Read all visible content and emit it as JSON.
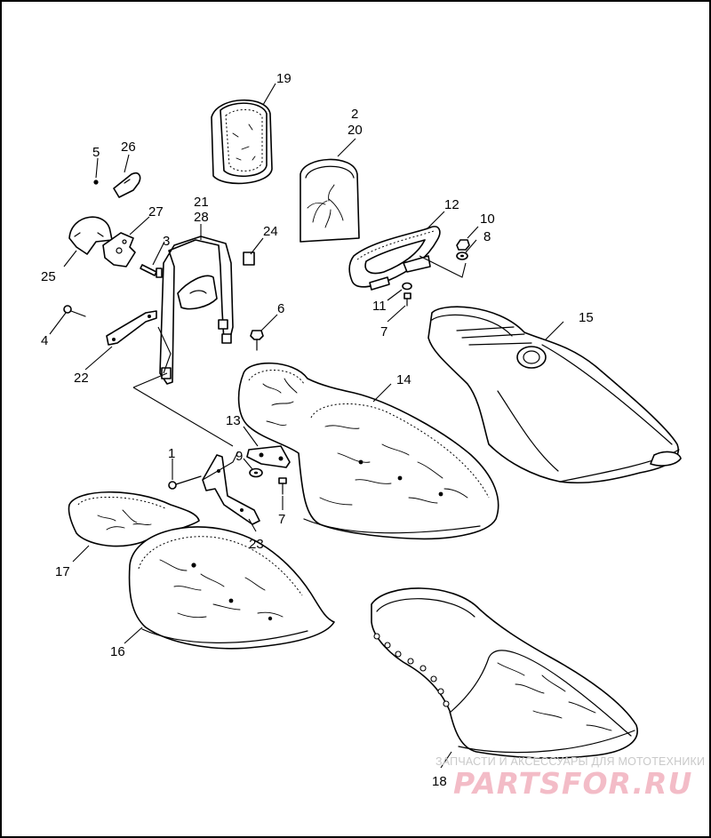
{
  "callouts": [
    {
      "id": "19",
      "text": "19"
    },
    {
      "id": "2",
      "text": "2"
    },
    {
      "id": "20",
      "text": "20"
    },
    {
      "id": "5",
      "text": "5"
    },
    {
      "id": "26",
      "text": "26"
    },
    {
      "id": "21",
      "text": "21"
    },
    {
      "id": "28",
      "text": "28"
    },
    {
      "id": "27",
      "text": "27"
    },
    {
      "id": "24",
      "text": "24"
    },
    {
      "id": "12",
      "text": "12"
    },
    {
      "id": "10",
      "text": "10"
    },
    {
      "id": "8",
      "text": "8"
    },
    {
      "id": "3",
      "text": "3"
    },
    {
      "id": "25",
      "text": "25"
    },
    {
      "id": "11",
      "text": "11"
    },
    {
      "id": "7a",
      "text": "7"
    },
    {
      "id": "6",
      "text": "6"
    },
    {
      "id": "15",
      "text": "15"
    },
    {
      "id": "4",
      "text": "4"
    },
    {
      "id": "22",
      "text": "22"
    },
    {
      "id": "14",
      "text": "14"
    },
    {
      "id": "13",
      "text": "13"
    },
    {
      "id": "1",
      "text": "1"
    },
    {
      "id": "9",
      "text": "9"
    },
    {
      "id": "7b",
      "text": "7"
    },
    {
      "id": "23",
      "text": "23"
    },
    {
      "id": "17",
      "text": "17"
    },
    {
      "id": "16",
      "text": "16"
    },
    {
      "id": "18",
      "text": "18"
    }
  ],
  "watermark": {
    "caption": "ЗАПЧАСТИ И АКСЕССУАРЫ ДЛЯ МОТОТЕХНИКИ",
    "brand": "PARTSFOR.RU"
  }
}
